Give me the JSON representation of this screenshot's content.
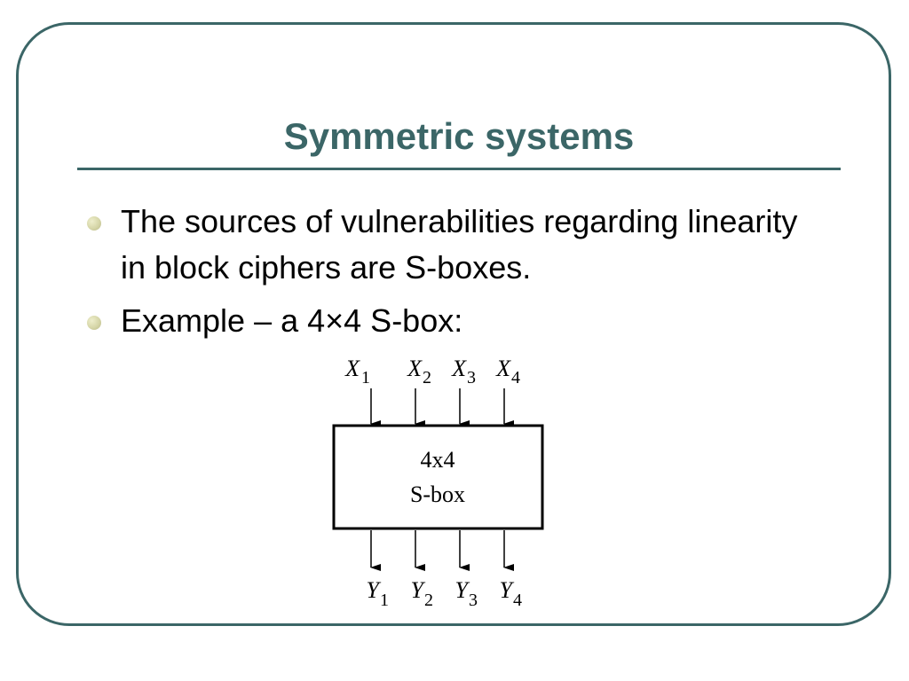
{
  "slide": {
    "title": "Symmetric systems",
    "bullets": [
      "The sources of vulnerabilities regarding linearity in block ciphers are S-boxes.",
      "Example – a 4×4 S-box:"
    ]
  },
  "diagram": {
    "box_line1": "4x4",
    "box_line2": "S-box",
    "inputs": [
      {
        "letter": "X",
        "index": "1"
      },
      {
        "letter": "X",
        "index": "2"
      },
      {
        "letter": "X",
        "index": "3"
      },
      {
        "letter": "X",
        "index": "4"
      }
    ],
    "outputs": [
      {
        "letter": "Y",
        "index": "1"
      },
      {
        "letter": "Y",
        "index": "2"
      },
      {
        "letter": "Y",
        "index": "3"
      },
      {
        "letter": "Y",
        "index": "4"
      }
    ]
  },
  "colors": {
    "accent": "#3b6667",
    "bullet": "#d6d6a8"
  }
}
